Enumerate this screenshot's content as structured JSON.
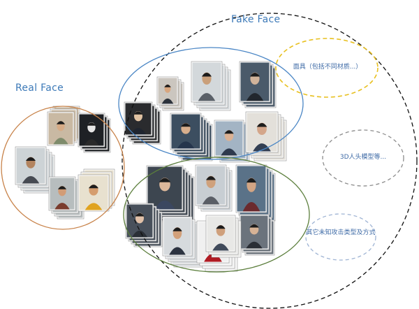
{
  "labels": {
    "fake_face": "Fake Face",
    "real_face": "Real Face",
    "mask": "面具（包括不同材质...）",
    "model_3d": "3D人头模型等...",
    "other_attacks": "其它未知攻击类型及方式"
  },
  "colors": {
    "outer_circle": "#111111",
    "real_circle": "#c8834a",
    "blue_ellipse": "#4a86c5",
    "green_ellipse": "#5b7e3c",
    "mask_ellipse": "#e8c020",
    "gray_ellipse": "#8c8c8c",
    "other_ellipse": "#9fb4d4"
  },
  "photo_stacks": [
    {
      "id": "real-1",
      "bg": "#c9b9a3",
      "face": "#d6ab86",
      "shirt": "#7e8b6b"
    },
    {
      "id": "real-2",
      "bg": "#1e2125",
      "face": "#e6e6e6",
      "shirt": "#2a2a2a"
    },
    {
      "id": "real-3",
      "bg": "#cdd3d6",
      "face": "#b3845f",
      "shirt": "#464a52"
    },
    {
      "id": "real-4",
      "bg": "#b7bdbe",
      "face": "#d29c76",
      "shirt": "#7a3c2e"
    },
    {
      "id": "real-5",
      "bg": "#e8e1cf",
      "face": "#d59d6e",
      "shirt": "#e0a320"
    },
    {
      "id": "print-1",
      "bg": "#2a2b2e",
      "face": "#e0c2a2",
      "shirt": "#1f2530"
    },
    {
      "id": "print-2",
      "bg": "#cbc6bf",
      "face": "#d8a67f",
      "shirt": "#2c323b"
    },
    {
      "id": "print-3",
      "bg": "#d3d8db",
      "face": "#caa07b",
      "shirt": "#5a6068"
    },
    {
      "id": "print-4",
      "bg": "#4a5a6a",
      "face": "#d1b39a",
      "shirt": "#22272e"
    },
    {
      "id": "print-5",
      "bg": "#3c4e60",
      "face": "#d7ae8c",
      "shirt": "#25354c"
    },
    {
      "id": "print-6",
      "bg": "#a3b4c4",
      "face": "#dbb193",
      "shirt": "#2e3a4e"
    },
    {
      "id": "print-7",
      "bg": "#e3e0da",
      "face": "#d4a68a",
      "shirt": "#333f53"
    },
    {
      "id": "replay-1",
      "bg": "#3d4650",
      "face": "#ddb89a",
      "shirt": "#3b4760"
    },
    {
      "id": "replay-2",
      "bg": "#c8ced3",
      "face": "#cfa17c",
      "shirt": "#5a5e66"
    },
    {
      "id": "replay-3",
      "bg": "#5a7288",
      "face": "#d2a584",
      "shirt": "#6b2a2e"
    },
    {
      "id": "replay-4",
      "bg": "#48505b",
      "face": "#e0c0a8",
      "shirt": "#2a2f36"
    },
    {
      "id": "replay-5",
      "bg": "#d6dadd",
      "face": "#d2a07a",
      "shirt": "#2c3340"
    },
    {
      "id": "replay-6",
      "bg": "#f0f0f0",
      "face": "#d6a47e",
      "shirt": "#b01b23"
    },
    {
      "id": "replay-7",
      "bg": "#6b737c",
      "face": "#d6b295",
      "shirt": "#2a2e35"
    },
    {
      "id": "replay-8",
      "bg": "#e8e8e6",
      "face": "#cfa07c",
      "shirt": "#404a5a"
    }
  ]
}
